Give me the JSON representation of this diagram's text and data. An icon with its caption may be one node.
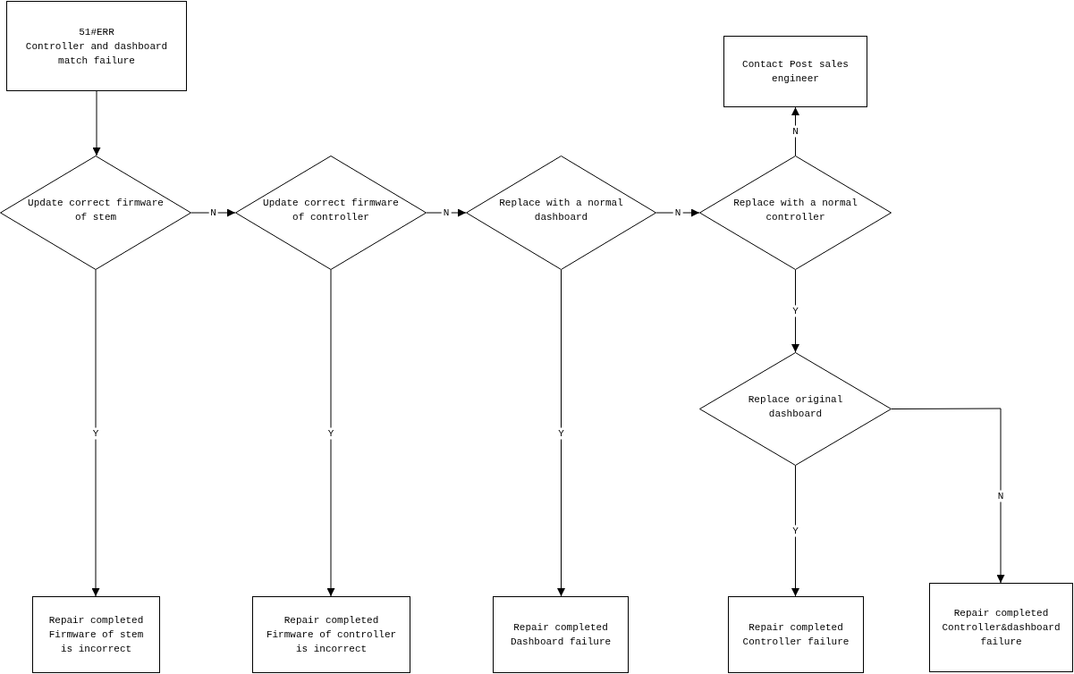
{
  "diagram": {
    "nodes": [
      {
        "text": [
          "51#ERR",
          "Controller and dashboard match failure"
        ]
      },
      {
        "text": [
          "Update correct firmware of stem"
        ]
      },
      {
        "text": [
          "Update correct firmware of controller"
        ]
      },
      {
        "text": [
          "Replace with a normal dashboard"
        ]
      },
      {
        "text": [
          "Replace with a normal controller"
        ]
      },
      {
        "text": [
          "Contact Post sales engineer"
        ]
      },
      {
        "text": [
          "Replace original dashboard"
        ]
      },
      {
        "text": [
          "Repair completed",
          "Firmware of stem is incorrect"
        ]
      },
      {
        "text": [
          "Repair completed",
          "Firmware of controller is incorrect"
        ]
      },
      {
        "text": [
          "Repair completed",
          "Dashboard failure"
        ]
      },
      {
        "text": [
          "Repair completed",
          "Controller failure"
        ]
      },
      {
        "text": [
          "Repair completed",
          "Controller&dashboard failure"
        ]
      }
    ],
    "edges": [
      {
        "from": 0,
        "to": 1,
        "arrow": "to"
      },
      {
        "from": 1,
        "to": 2,
        "arrow": "to",
        "label": "N"
      },
      {
        "from": 2,
        "to": 3,
        "arrow": "to",
        "label": "N"
      },
      {
        "from": 3,
        "to": 4,
        "arrow": "to",
        "label": "N"
      },
      {
        "from": 4,
        "to": 5,
        "arrow": "to",
        "label": "N"
      },
      {
        "from": 4,
        "to": 6,
        "arrow": "to",
        "label": "Y"
      },
      {
        "from": 1,
        "to": 7,
        "arrow": "to",
        "label": "Y"
      },
      {
        "from": 2,
        "to": 8,
        "arrow": "to",
        "label": "Y"
      },
      {
        "from": 3,
        "to": 9,
        "arrow": "to",
        "label": "Y"
      },
      {
        "from": 6,
        "to": 10,
        "arrow": "to",
        "label": "Y"
      },
      {
        "from": 6,
        "to": 11,
        "arrow": "to",
        "label": "N"
      }
    ]
  }
}
